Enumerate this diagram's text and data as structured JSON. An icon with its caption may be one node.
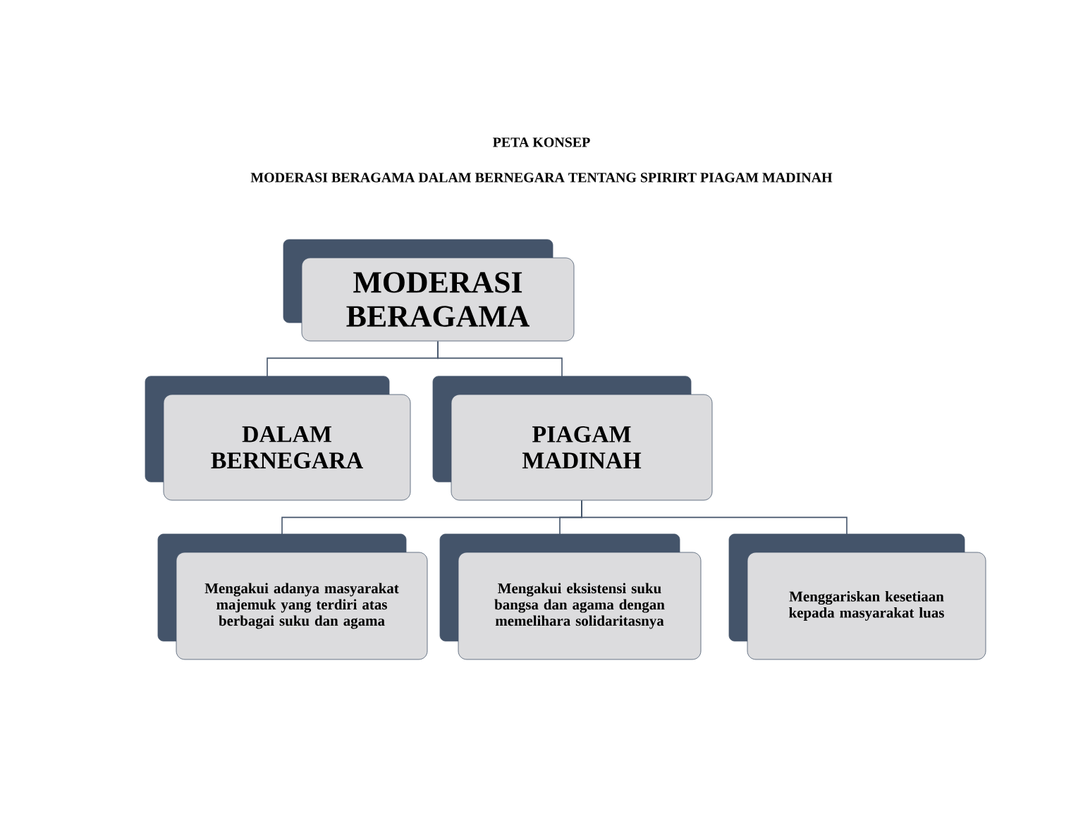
{
  "diagram": {
    "title": "PETA KONSEP",
    "nodes": [
      {
        "text": [
          "MODERASI BERAGAMA"
        ]
      },
      {
        "text": [
          "DALAM BERNEGARA"
        ]
      },
      {
        "text": [
          "PIAGAM MADINAH"
        ]
      },
      {
        "text": [
          "Mengakui adanya masyarakat majemuk yang terdiri atas berbagai suku dan agama"
        ]
      },
      {
        "text": [
          "Mengakui eksistensi suku bangsa dan agama dengan memelihara solidaritasnya"
        ]
      },
      {
        "text": [
          "Menggariskan kesetiaan kepada masyarakat luas"
        ]
      }
    ],
    "edges": [
      {
        "from": 0,
        "to": 1,
        "arrow": "none"
      },
      {
        "from": 0,
        "to": 2,
        "arrow": "none"
      },
      {
        "from": 2,
        "to": 3,
        "arrow": "none"
      },
      {
        "from": 2,
        "to": 4,
        "arrow": "none"
      },
      {
        "from": 2,
        "to": 5,
        "arrow": "none"
      }
    ],
    "labels": [
      "MODERASI BERAGAMA DALAM BERNEGARA TENTANG SPIRIRT PIAGAM MADINAH"
    ]
  }
}
